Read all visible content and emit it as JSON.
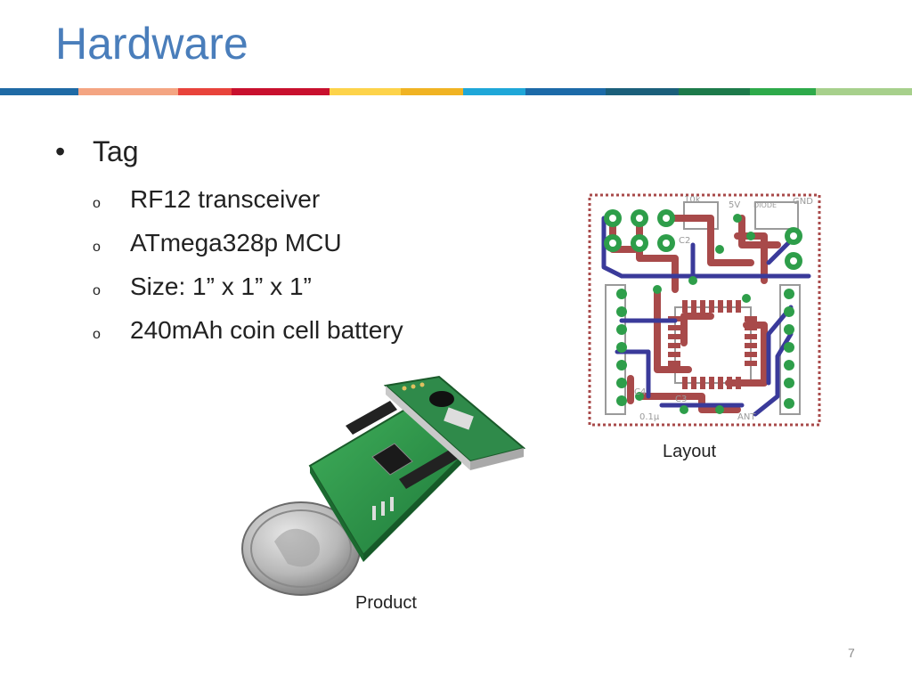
{
  "slide": {
    "title": "Hardware",
    "page_number": "7"
  },
  "bullets": {
    "main_marker": "•",
    "main": "Tag",
    "sub_marker": "o",
    "sub": [
      "RF12 transceiver",
      "ATmega328p MCU",
      "Size: 1” x 1” x 1”",
      "240mAh coin cell battery"
    ]
  },
  "figures": {
    "layout_caption": "Layout",
    "product_caption": "Product"
  },
  "pcb_labels": {
    "r1": "10k",
    "v5": "5V",
    "diode": "DIODE",
    "gnd": "GND",
    "c2": "C2",
    "c4": "C4",
    "c3": "C3",
    "c1": "0.1µ",
    "ant": "ANT"
  },
  "colors": {
    "title": "#4a7ebb",
    "text": "#222222",
    "pcb_red": "#a84a4a",
    "pcb_blue": "#3a3a9a",
    "pcb_green": "#2e9e4a",
    "pcb_grey": "#9a9a9a",
    "color_bar": [
      "#1f6aa5",
      "#f4a582",
      "#e8433b",
      "#c8102e",
      "#fdd34a",
      "#f0b323",
      "#1fa7d8",
      "#1c6aa8",
      "#1b5f7a",
      "#1d7a4a",
      "#2eaa4a",
      "#a7d08c"
    ]
  }
}
